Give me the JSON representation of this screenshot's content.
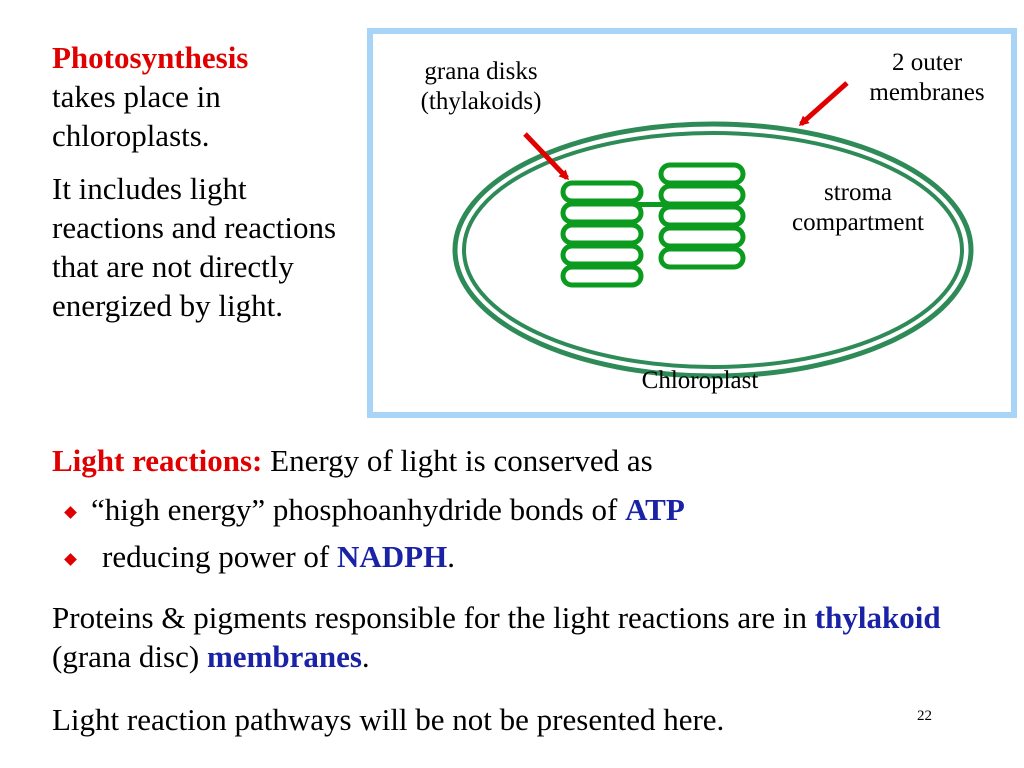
{
  "intro": {
    "heading": "Photosynthesis",
    "line1_rest": "takes place in chloroplasts.",
    "para2": "It includes light reactions and reactions that are not directly energized by light."
  },
  "diagram": {
    "label_grana_1": "grana disks",
    "label_grana_2": "(thylakoids)",
    "label_outer_1": "2 outer",
    "label_outer_2": "membranes",
    "label_stroma_1": "stroma",
    "label_stroma_2": "compartment",
    "caption": "Chloroplast",
    "colors": {
      "frame": "#a8d4f7",
      "membrane": "#2e8b57",
      "grana": "#0b9b1f",
      "arrow": "#e00000"
    }
  },
  "light": {
    "label": "Light reactions:",
    "text": " Energy of light is conserved as",
    "bullets": [
      {
        "pre": "“high energy” phosphoanhydride bonds of ",
        "term": "ATP",
        "post": ""
      },
      {
        "pre": "reducing power of ",
        "term": "NADPH",
        "post": "."
      }
    ]
  },
  "proteins": {
    "pre": "Proteins & pigments responsible for the light reactions are in ",
    "term1": "thylakoid",
    "mid": " (grana disc) ",
    "term2": "membranes",
    "post": "."
  },
  "closing": "Light reaction pathways will be not be presented here.",
  "page_number": "22"
}
